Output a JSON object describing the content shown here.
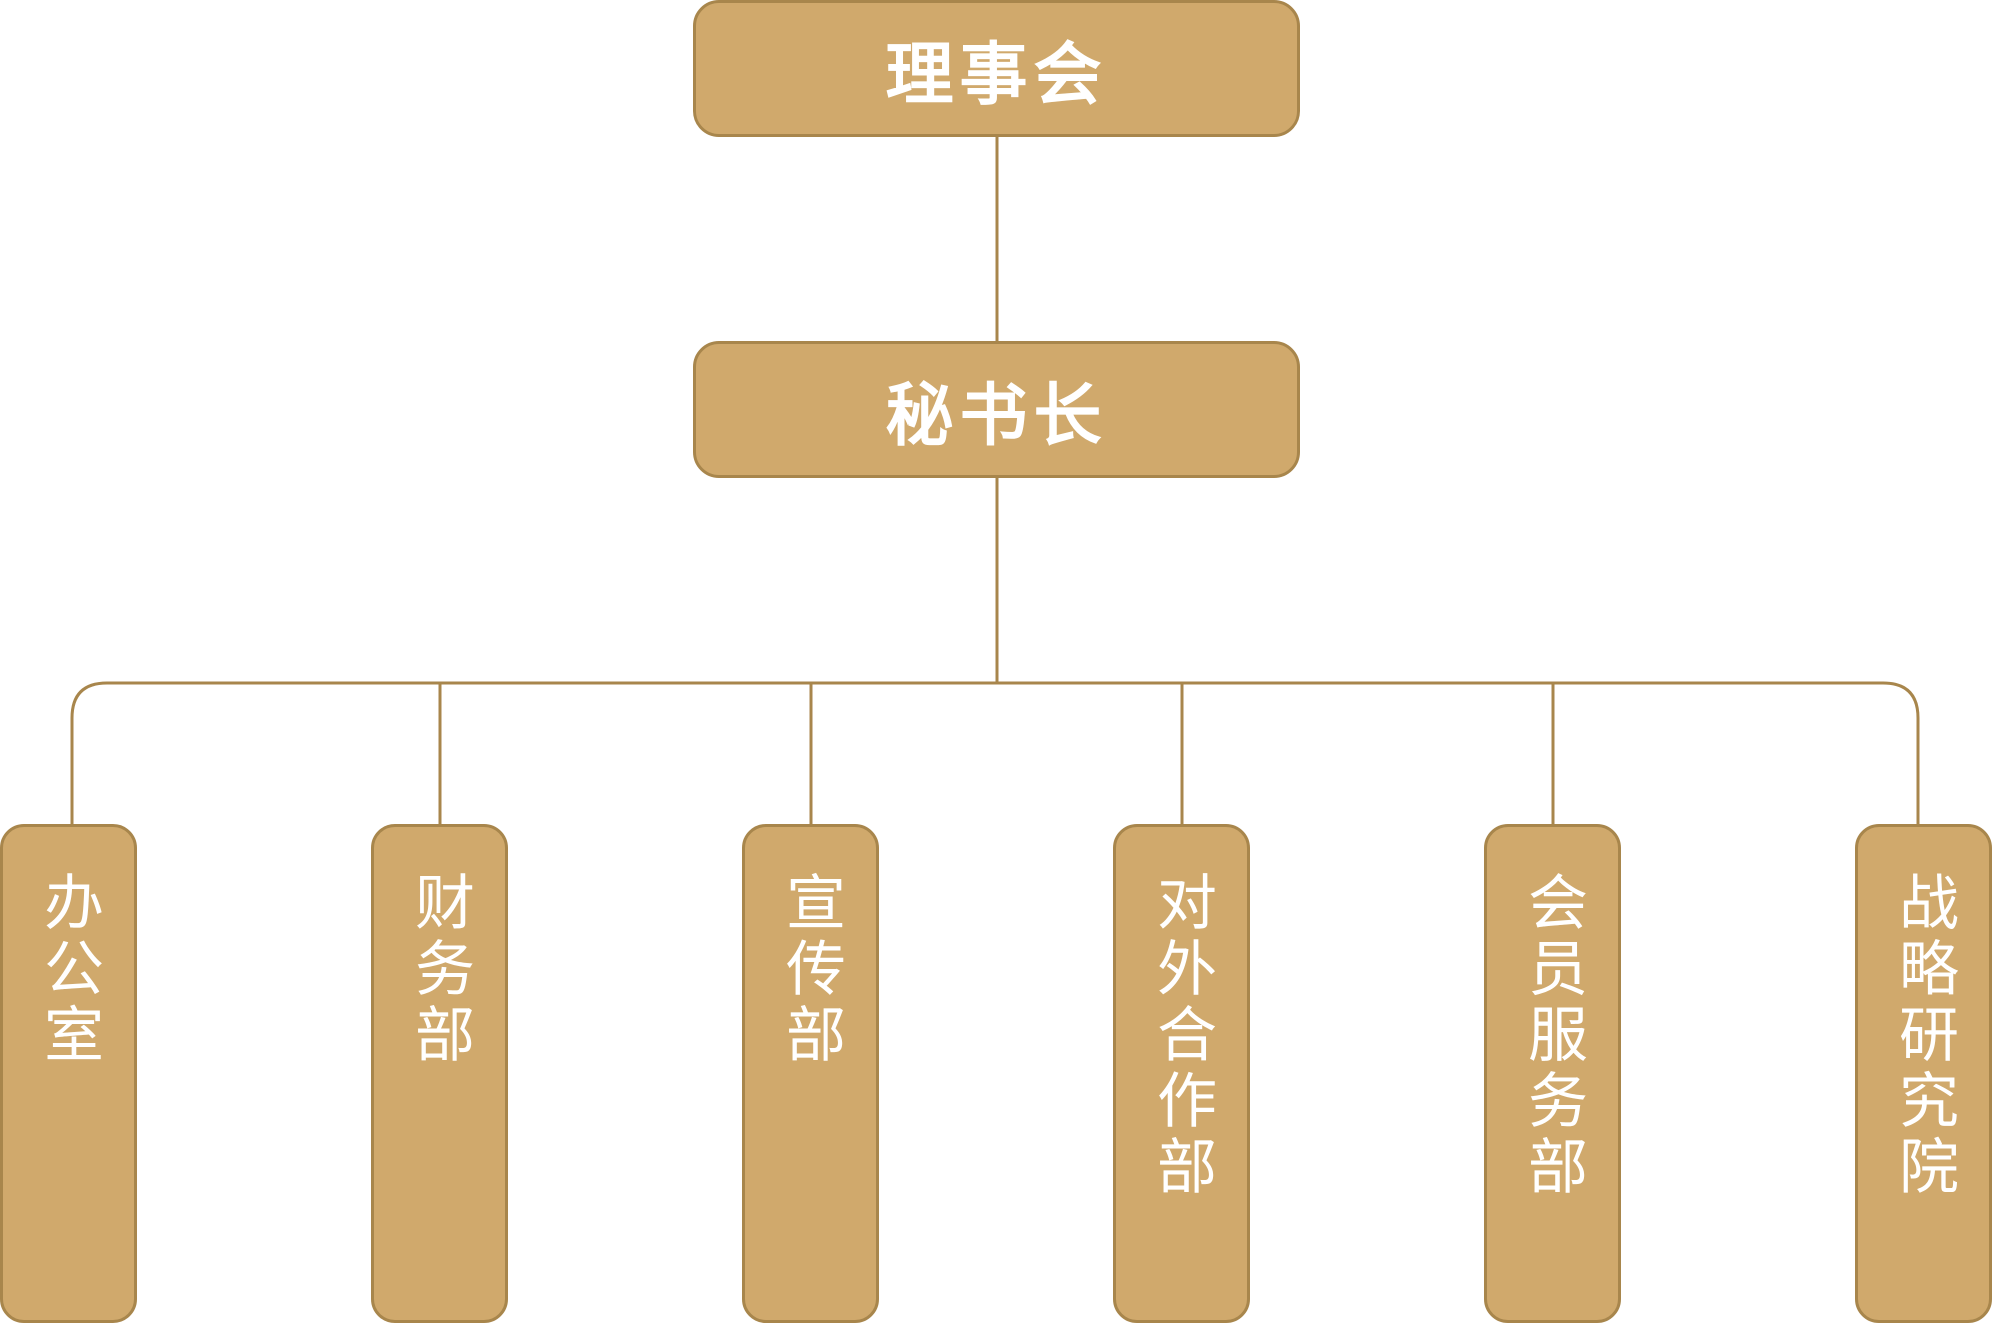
{
  "top": {
    "board": "理事会",
    "secretary": "秘书长"
  },
  "departments": [
    {
      "label": "办公室"
    },
    {
      "label": "财务部"
    },
    {
      "label": "宣传部"
    },
    {
      "label": "对外合作部"
    },
    {
      "label": "会员服务部"
    },
    {
      "label": "战略研究院"
    }
  ],
  "colors": {
    "box_fill": "#d0a96c",
    "box_border": "#a8864c",
    "line": "#a8864c",
    "text": "#ffffff"
  }
}
